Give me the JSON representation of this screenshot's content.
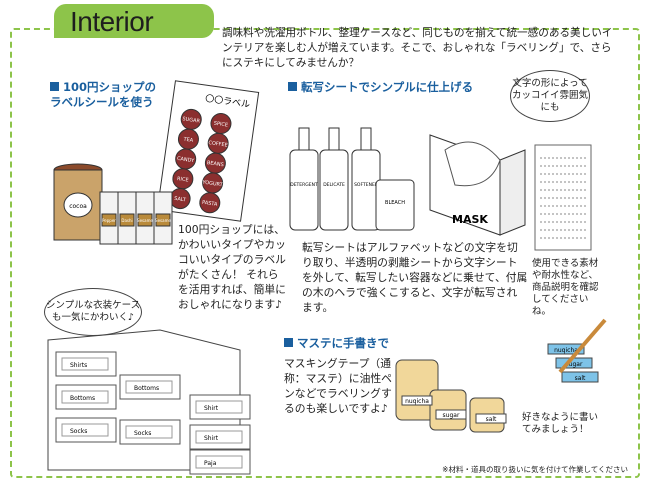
{
  "header": {
    "title": "Interior"
  },
  "intro": "調味料や洗濯用ボトル、整理ケースなど、同じものを揃えて統一感のある美しいインテリアを楽しむ人が増えています。そこで、おしゃれな「ラベリング」で、さらにステキにしてみませんか？",
  "section1": {
    "heading_line1": "100円ショップの",
    "heading_line2": "ラベルシールを使う",
    "sticker_sheet_title": "〇〇ラベル",
    "sticker_labels": [
      "SUGAR",
      "SPICE",
      "TEA",
      "COFFEE",
      "CANDY",
      "BEANS",
      "RICE",
      "YOGURT",
      "SALT",
      "PASTA"
    ],
    "jar_labels": [
      "cocoa",
      "Pepper",
      "Dashi",
      "Sesame",
      "Sesame"
    ],
    "body": "100円ショップには、かわいいタイプやカッコいいタイプのラベルがたくさん！ それらを活用すれば、簡単におしゃれになります♪",
    "bubble": "シンプルな衣装ケースも一気にかわいく♪",
    "drawer_labels": [
      "Shirts",
      "Bottoms",
      "Socks",
      "Bottoms",
      "Socks",
      "Shirt",
      "Shirt",
      "Paja"
    ]
  },
  "section2": {
    "heading": "転写シートでシンプルに仕上げる",
    "bottle_labels": [
      "DETERGENT",
      "DELICATE",
      "SOFTENER",
      "BLEACH"
    ],
    "box_label": "MASK",
    "bubble": "文字の形によってカッコイイ雰囲気にも",
    "body": "転写シートはアルファベットなどの文字を切り取り、半透明の剥離シートから文字シートを外して、転写したい容器などに乗せて、付属の木のヘラで強くこすると、文字が転写されます。",
    "side_note": "使用できる素材や耐水性など、商品説明を確認してくださいね。"
  },
  "section3": {
    "heading": "マステに手書きで",
    "body": "マスキングテープ（通称：マステ）に油性ペンなどでラベリングするのも楽しいですよ♪",
    "tape_labels": [
      "nuqicha",
      "sugar",
      "salt",
      "nuqicha",
      "sugar",
      "salt"
    ],
    "note": "好きなように書いてみましょう！"
  },
  "footnote": "※材料・道具の取り扱いに気を付けて作業してください",
  "colors": {
    "accent": "#8dc44a",
    "heading": "#1a5f9e"
  }
}
